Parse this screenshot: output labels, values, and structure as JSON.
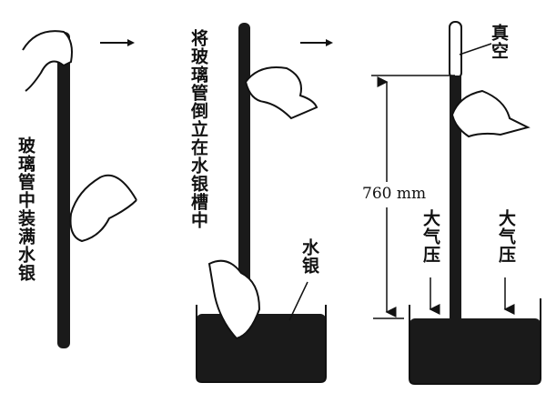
{
  "steps": [
    {
      "label": "玻璃管中装满水银"
    },
    {
      "label": "将玻璃管倒立在水银槽中",
      "mercury_label": "水银"
    },
    {
      "vacuum_label": "真空",
      "height_label": "760 mm",
      "pressure_left": "大气压",
      "pressure_right": "大气压"
    }
  ],
  "colors": {
    "ink": "#111111",
    "paper": "#ffffff"
  }
}
